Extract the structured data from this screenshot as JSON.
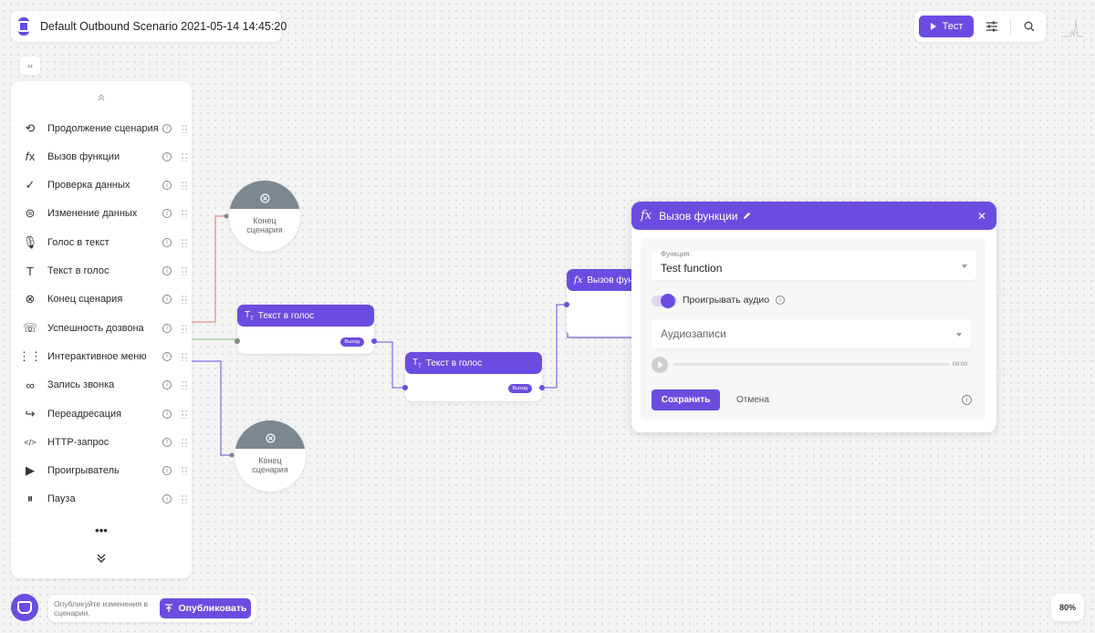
{
  "header": {
    "title": "Default Outbound Scenario 2021-05-14 14:45:20"
  },
  "toolbar": {
    "test_label": "Тест"
  },
  "sidebar": {
    "items": [
      {
        "label": "Продолжение сценария",
        "icon": "continue-icon"
      },
      {
        "label": "Вызов функции",
        "icon": "function-icon"
      },
      {
        "label": "Проверка данных",
        "icon": "data-check-icon"
      },
      {
        "label": "Изменение данных",
        "icon": "data-change-icon"
      },
      {
        "label": "Голос в текст",
        "icon": "speech-to-text-icon"
      },
      {
        "label": "Текст в голос",
        "icon": "text-to-speech-icon"
      },
      {
        "label": "Конец сценария",
        "icon": "end-scenario-icon"
      },
      {
        "label": "Успешность дозвона",
        "icon": "call-success-icon"
      },
      {
        "label": "Интерактивное меню",
        "icon": "interactive-menu-icon"
      },
      {
        "label": "Запись звонка",
        "icon": "call-record-icon"
      },
      {
        "label": "Переадресация",
        "icon": "redirect-icon"
      },
      {
        "label": "HTTP-запрос",
        "icon": "http-request-icon"
      },
      {
        "label": "Проигрыватель",
        "icon": "player-icon"
      },
      {
        "label": "Пауза",
        "icon": "pause-icon"
      }
    ],
    "more": "•••"
  },
  "canvas": {
    "end_node_1": {
      "label_line1": "Конец",
      "label_line2": "сценария"
    },
    "end_node_2": {
      "label_line1": "Конец",
      "label_line2": "сценария"
    },
    "tts_node_1": {
      "title": "Текст в голос",
      "output": "Выход"
    },
    "tts_node_2": {
      "title": "Текст в голос",
      "output": "Выход"
    },
    "func_node": {
      "title": "Вызов функции"
    },
    "edge_colors": {
      "red": "#e07a6b",
      "green": "#7dc283",
      "purple": "#6a4de0"
    }
  },
  "panel": {
    "title": "Вызов функции",
    "function_label": "Функция",
    "function_value": "Test function",
    "play_audio_label": "Проигрывать аудио",
    "audio_placeholder": "Аудиозаписи",
    "time": "00:00",
    "save_label": "Сохранить",
    "cancel_label": "Отмена"
  },
  "footer": {
    "publish_hint": "Опубликуйте изменения в сценарии.",
    "publish_label": "Опубликовать",
    "zoom": "80%"
  },
  "colors": {
    "accent": "#6a4de0",
    "end_cap": "#7d8790"
  }
}
